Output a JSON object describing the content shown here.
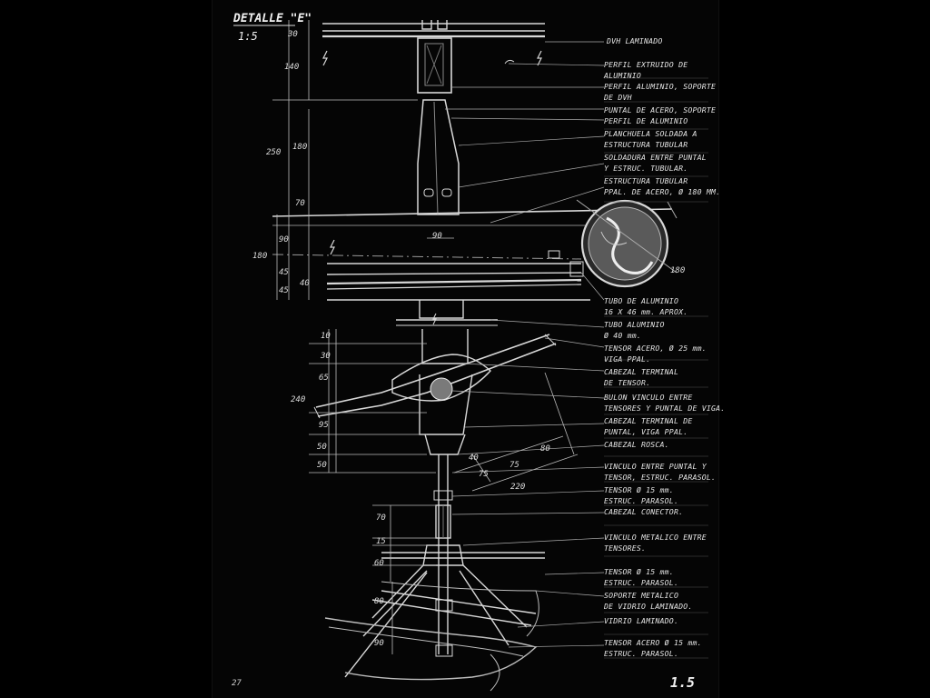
{
  "title": "DETALLE \"E\"",
  "scale": "1:5",
  "page_number": "27",
  "sheet_number": "1.5",
  "dimensions": {
    "d30": "30",
    "d140": "140",
    "d250": "250",
    "d180a": "180",
    "d70a": "70",
    "d90a": "90",
    "d180b": "180",
    "d90b": "90",
    "d45a": "45",
    "d40": "40",
    "d45b": "45",
    "d180c": "180",
    "d10": "10",
    "d30b": "30",
    "d65": "65",
    "d240": "240",
    "d95": "95",
    "d50a": "50",
    "d50b": "50",
    "d40b": "40",
    "d75a": "75",
    "d75b": "75",
    "d80": "80",
    "d220": "220",
    "d70b": "70",
    "d15": "15",
    "d60": "60",
    "d80b": "80",
    "d90c": "90"
  },
  "notes": [
    "DVH LAMINADO",
    "PERFIL EXTRUIDO DE",
    "ALUMINIO",
    "PERFIL ALUMINIO, SOPORTE",
    "DE DVH",
    "PUNTAL DE ACERO, SOPORTE",
    "PERFIL DE ALUMINIO",
    "PLANCHUELA SOLDADA A",
    "ESTRUCTURA TUBULAR",
    "SOLDADURA ENTRE PUNTAL",
    "Y ESTRUC. TUBULAR.",
    "ESTRUCTURA TUBULAR",
    "PPAL. DE ACERO, Ø 180 MM.",
    "TUBO DE ALUMINIO",
    "16 X 46 mm. APROX.",
    "TUBO ALUMINIO",
    "Ø 40 mm.",
    "TENSOR ACERO, Ø 25 mm.",
    "VIGA PPAL.",
    "CABEZAL TERMINAL",
    "DE TENSOR.",
    "BULON VINCULO ENTRE",
    "TENSORES Y PUNTAL DE VIGA.",
    "CABEZAL TERMINAL DE",
    "PUNTAL, VIGA PPAL.",
    "CABEZAL ROSCA.",
    "VINCULO ENTRE PUNTAL Y",
    "TENSOR, ESTRUC. PARASOL.",
    "TENSOR Ø 15 mm.",
    "ESTRUC. PARASOL.",
    "CABEZAL CONECTOR.",
    "VINCULO METALICO ENTRE",
    "TENSORES.",
    "TENSOR Ø 15 mm.",
    "ESTRUC. PARASOL.",
    "SOPORTE METALICO",
    "DE VIDRIO LAMINADO.",
    "VIDRIO LAMINADO.",
    "TENSOR ACERO Ø 15 mm.",
    "ESTRUC. PARASOL."
  ]
}
